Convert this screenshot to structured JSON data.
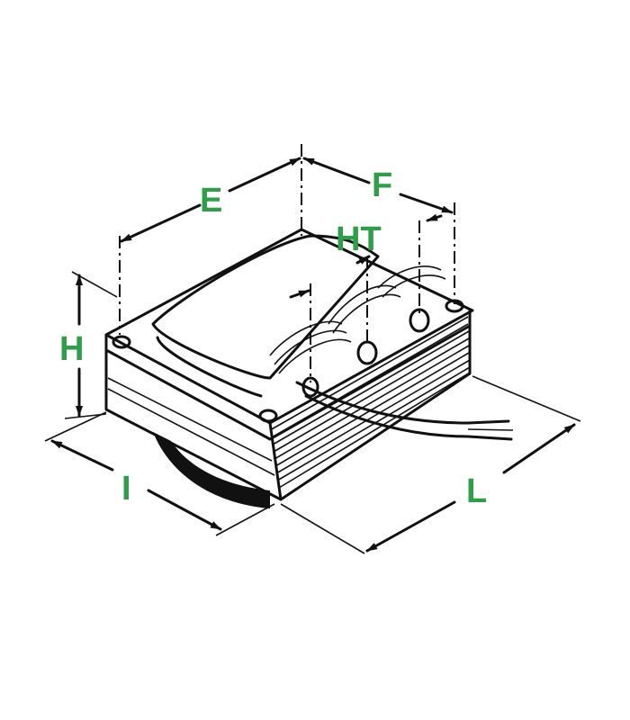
{
  "colors": {
    "label": "#2e9e48",
    "line": "#111111"
  },
  "labels": {
    "E": "E",
    "F": "F",
    "HT": "HT",
    "H": "H",
    "I": "I",
    "L": "L"
  }
}
